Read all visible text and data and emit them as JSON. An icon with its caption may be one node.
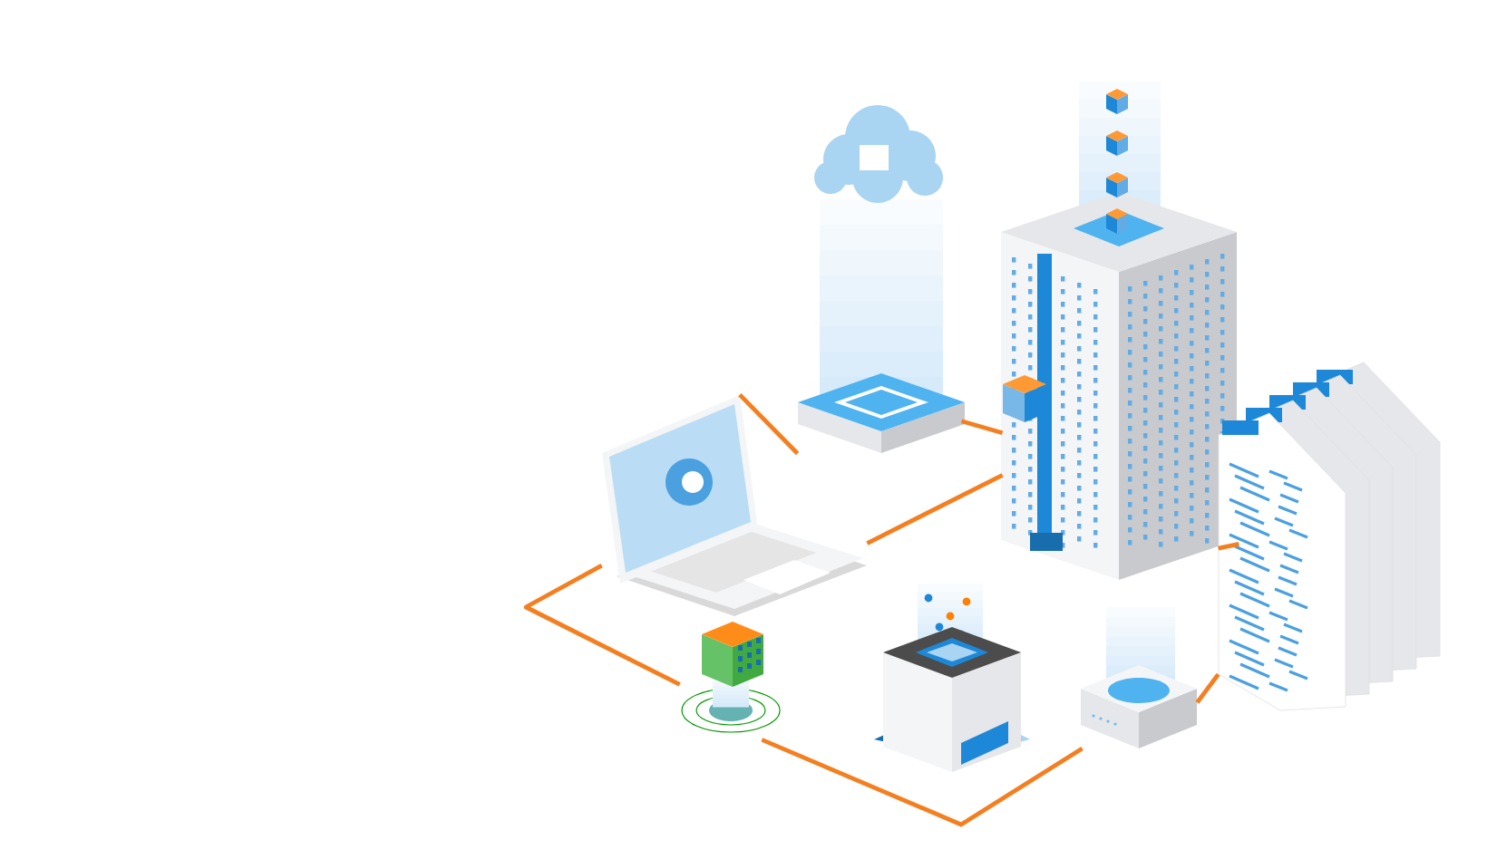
{
  "diagram": {
    "nodes": [
      {
        "text": [],
        "shape": "picture"
      },
      {
        "text": [],
        "shape": "picture"
      },
      {
        "text": [],
        "shape": "picture"
      },
      {
        "text": [],
        "shape": "picture"
      },
      {
        "text": [],
        "shape": "picture"
      },
      {
        "text": [],
        "shape": "picture"
      },
      {
        "text": [],
        "shape": "picture"
      }
    ],
    "edges": [
      {
        "from": 2,
        "to": 0,
        "arrow": "none"
      },
      {
        "from": 2,
        "to": 1,
        "arrow": "none"
      },
      {
        "from": 0,
        "to": 1,
        "arrow": "none"
      },
      {
        "from": 1,
        "to": 6,
        "arrow": "none"
      },
      {
        "from": 2,
        "to": 3,
        "arrow": "none"
      },
      {
        "from": 3,
        "to": 5,
        "arrow": "none"
      },
      {
        "from": 5,
        "to": 6,
        "arrow": "none"
      }
    ]
  }
}
